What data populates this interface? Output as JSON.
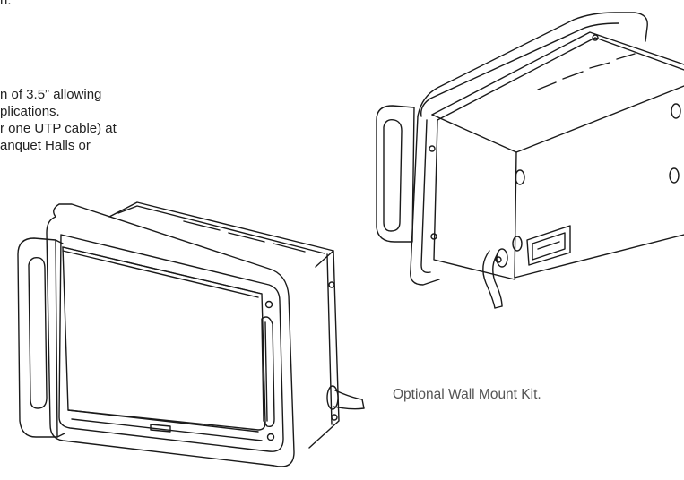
{
  "text_fragments": {
    "line_0": "n.",
    "line_1": "n of 3.5” allowing",
    "line_2": "plications.",
    "line_3": "r one UTP cable) at",
    "line_4": "anquet Halls or"
  },
  "caption": "Optional Wall Mount Kit."
}
